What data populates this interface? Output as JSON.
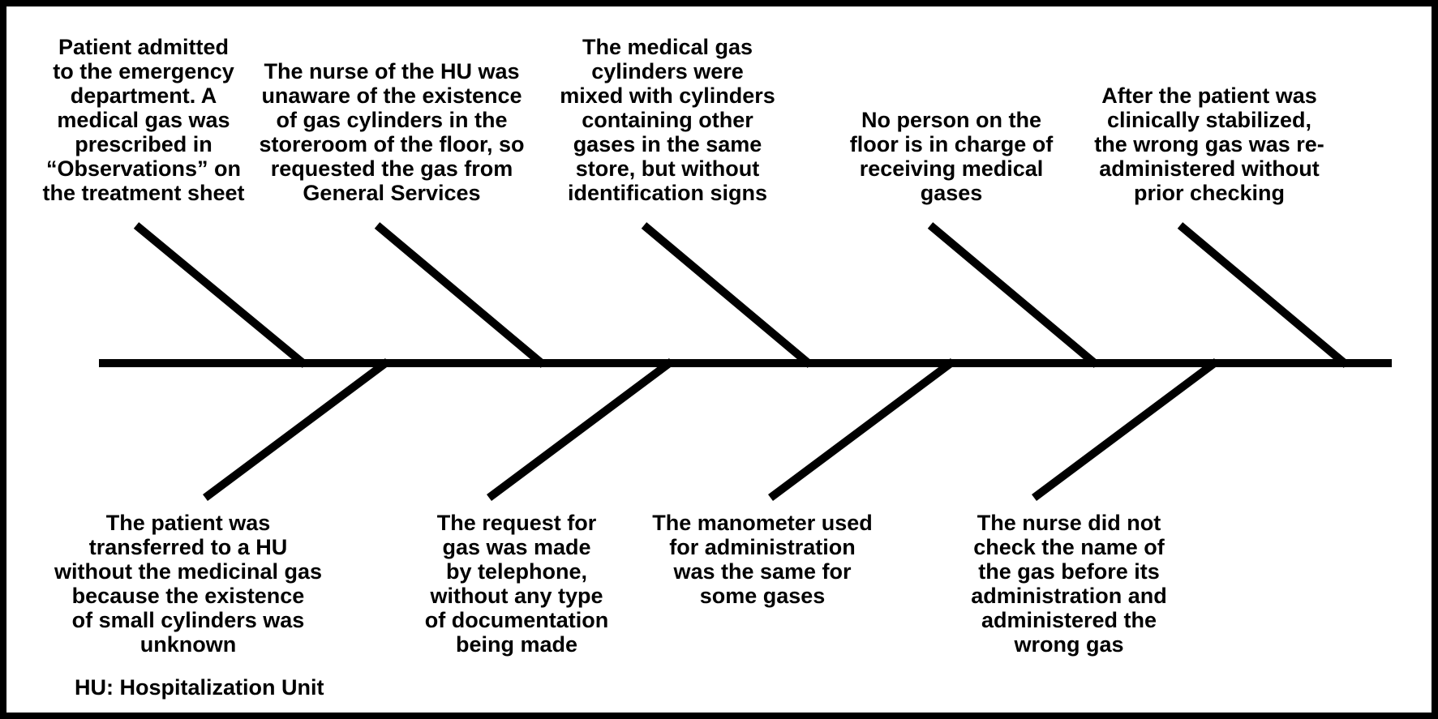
{
  "diagram": {
    "type": "fishbone-cause-effect",
    "colors": {
      "line": "#000000",
      "text": "#000000",
      "background": "#ffffff",
      "border": "#000000"
    },
    "top_causes": [
      {
        "label": "Patient admitted\nto the emergency\ndepartment. A\nmedical gas was\nprescribed in\n“Observations” on\nthe treatment sheet"
      },
      {
        "label": "The nurse of the HU was\nunaware of the existence\nof gas cylinders in the\nstoreroom of the floor, so\nrequested the gas from\nGeneral Services"
      },
      {
        "label": "The medical gas\ncylinders were\nmixed with cylinders\ncontaining other\ngases in the same\nstore, but without\nidentification signs"
      },
      {
        "label": "No person on the\nfloor is in charge of\nreceiving medical\ngases"
      },
      {
        "label": "After the patient was\nclinically stabilized,\nthe wrong gas was re-\nadministered without\nprior checking"
      }
    ],
    "bottom_causes": [
      {
        "label": "The patient was\ntransferred to a HU\nwithout the medicinal gas\nbecause the existence\nof small cylinders was\nunknown"
      },
      {
        "label": "The request for\ngas was made\nby telephone,\nwithout any type\nof documentation\nbeing made"
      },
      {
        "label": "The manometer used\nfor administration\nwas the same for\nsome gases"
      },
      {
        "label": "The nurse did not\ncheck the name of\nthe gas before its\nadministration and\nadministered the\nwrong gas"
      }
    ],
    "footnote": "HU: Hospitalization Unit"
  }
}
